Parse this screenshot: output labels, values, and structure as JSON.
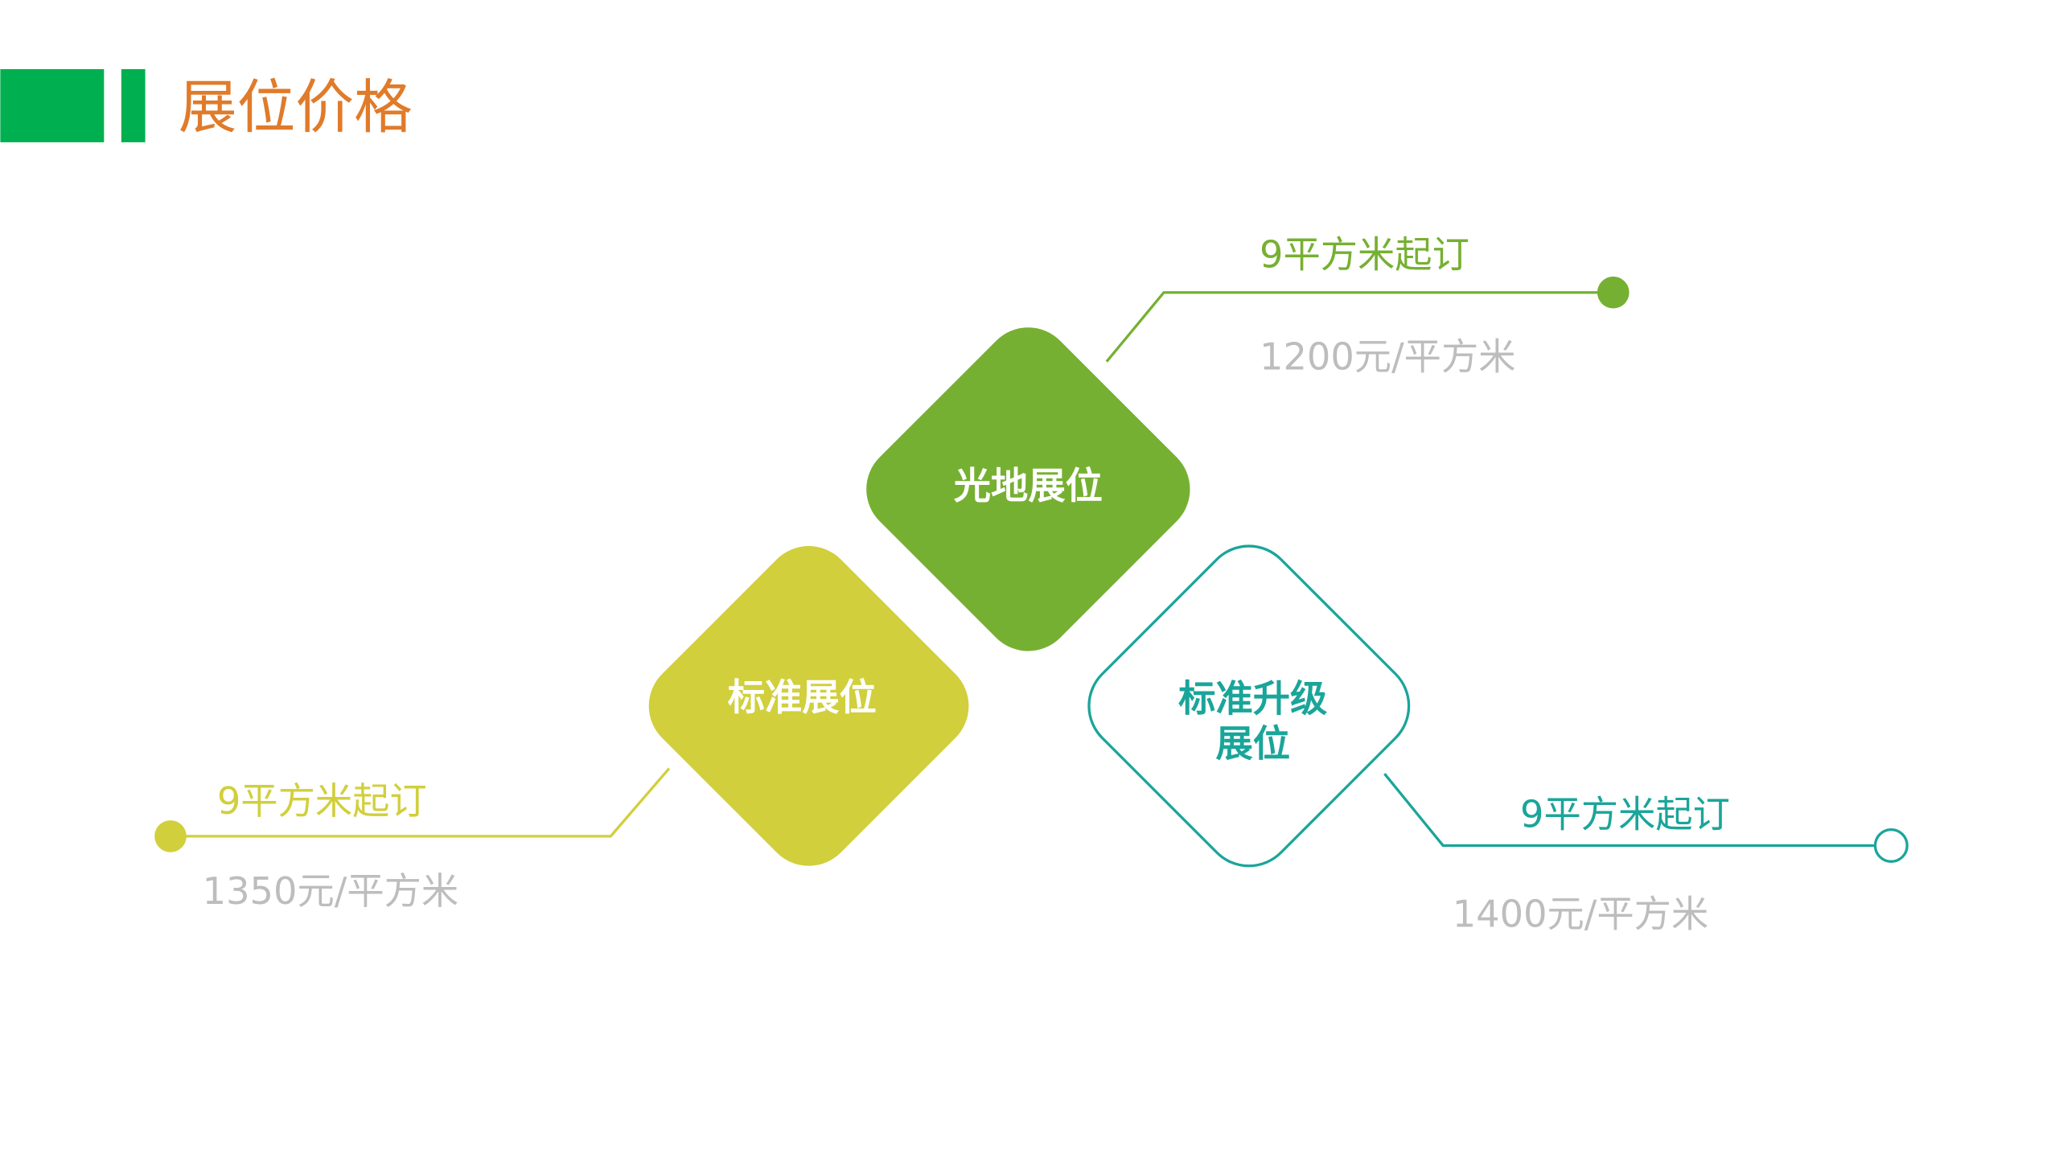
{
  "title": "展位价格",
  "colors": {
    "bar": "#00b050",
    "title": "#e07b2a",
    "green": "#76b032",
    "yellow": "#d1cf3c",
    "teal": "#1aa59a",
    "price": "#bdbdbd"
  },
  "booths": [
    {
      "name": "光地展位",
      "min_order": "9平方米起订",
      "price": "1200元/平方米"
    },
    {
      "name": "标准展位",
      "min_order": "9平方米起订",
      "price": "1350元/平方米"
    },
    {
      "name_line1": "标准升级",
      "name_line2": "展位",
      "min_order": "9平方米起订",
      "price": "1400元/平方米"
    }
  ]
}
